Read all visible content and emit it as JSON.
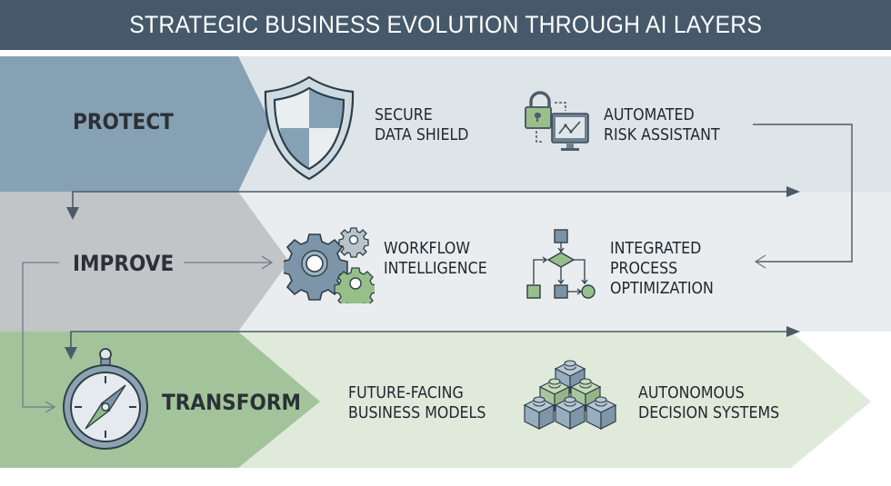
{
  "title": "STRATEGIC BUSINESS EVOLUTION THROUGH AI LAYERS",
  "colors": {
    "header": "#45596b",
    "protect_dark": "#86a1b4",
    "protect_light": "#dfe6ea",
    "improve_dark": "#c3c6c9",
    "improve_light": "#ebeef0",
    "transform_dark": "#a2c39a",
    "transform_light": "#dfead9",
    "arrow": "#4d5b68"
  },
  "layers": [
    {
      "id": "protect",
      "label": "PROTECT",
      "icon": "shield-icon",
      "items": [
        {
          "icon": "shield-icon",
          "lines": [
            "SECURE",
            "DATA SHIELD"
          ]
        },
        {
          "icon": "lock-monitor-icon",
          "lines": [
            "AUTOMATED",
            "RISK ASSISTANT"
          ]
        }
      ]
    },
    {
      "id": "improve",
      "label": "IMPROVE",
      "icon": "gears-icon",
      "items": [
        {
          "icon": "gears-icon",
          "lines": [
            "WORKFLOW",
            "INTELLIGENCE"
          ]
        },
        {
          "icon": "flowchart-icon",
          "lines": [
            "INTEGRATED",
            "PROCESS",
            "OPTIMIZATION"
          ]
        }
      ]
    },
    {
      "id": "transform",
      "label": "TRANSFORM",
      "icon": "compass-icon",
      "items": [
        {
          "icon": "none",
          "lines": [
            "FUTURE-FACING",
            "BUSINESS MODELS"
          ]
        },
        {
          "icon": "blocks-icon",
          "lines": [
            "AUTONOMOUS",
            "DECISION SYSTEMS"
          ]
        }
      ]
    }
  ]
}
